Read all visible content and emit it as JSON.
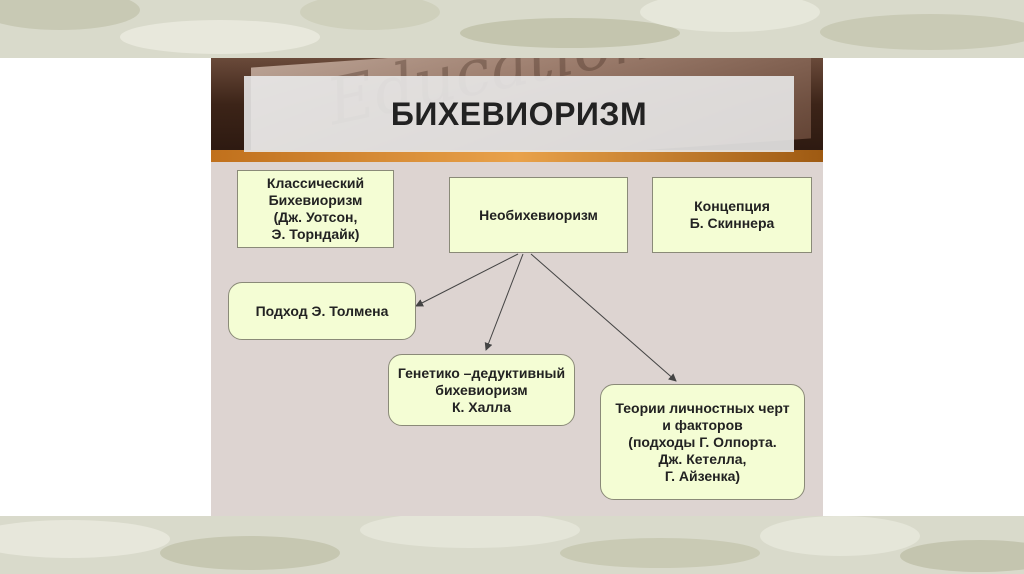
{
  "slide": {
    "background_word": "Education",
    "title": "БИХЕВИОРИЗМ"
  },
  "nodes": {
    "classic": [
      "Классический",
      "Бихевиоризм",
      "(Дж. Уотсон,",
      "Э. Торндайк)"
    ],
    "neo": [
      "Необихевиоризм"
    ],
    "skinner": [
      "Концепция",
      "Б. Скиннера"
    ],
    "tolman": [
      "Подход Э. Толмена"
    ],
    "hull": [
      "Генетико –дедуктивный",
      "бихевиоризм",
      "К. Халла"
    ],
    "traits": [
      "Теории личностных черт",
      "и факторов",
      "(подходы Г. Олпорта.",
      "Дж. Кетелла,",
      "Г. Айзенка)"
    ]
  },
  "colors": {
    "node_fill": "#f4fdd4",
    "node_border": "#8a8a78",
    "slide_bg": "#ddd4d1",
    "arrow": "#444444"
  }
}
